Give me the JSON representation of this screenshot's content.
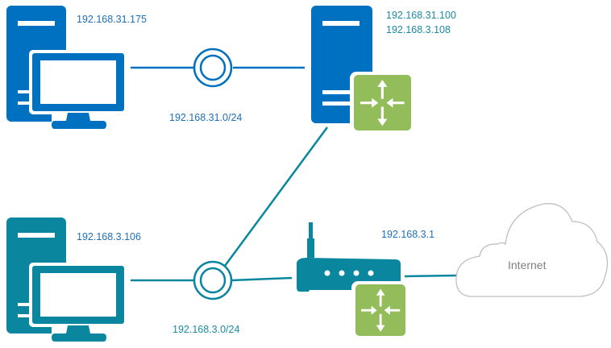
{
  "colors": {
    "subnet_a": "#0070c0",
    "subnet_b": "#0a879e",
    "router_badge": "#92bd5a",
    "cloud_stroke": "#bfbfbf",
    "cloud_text": "#7f7f7f"
  },
  "nodes": {
    "pc1": {
      "label": "192.168.31.175",
      "icon": "desktop-computer-icon"
    },
    "server": {
      "labels": [
        "192.168.31.100",
        "192.168.3.108"
      ],
      "icon": "server-router-icon"
    },
    "pc2": {
      "label": "192.168.3.106",
      "icon": "desktop-computer-icon"
    },
    "router": {
      "label": "192.168.3.1",
      "icon": "wireless-router-icon"
    },
    "internet": {
      "label": "Internet",
      "icon": "cloud-icon"
    }
  },
  "networks": {
    "net_a": {
      "label": "192.168.31.0/24",
      "icon": "hub-icon"
    },
    "net_b": {
      "label": "192.168.3.0/24",
      "icon": "hub-icon"
    }
  }
}
